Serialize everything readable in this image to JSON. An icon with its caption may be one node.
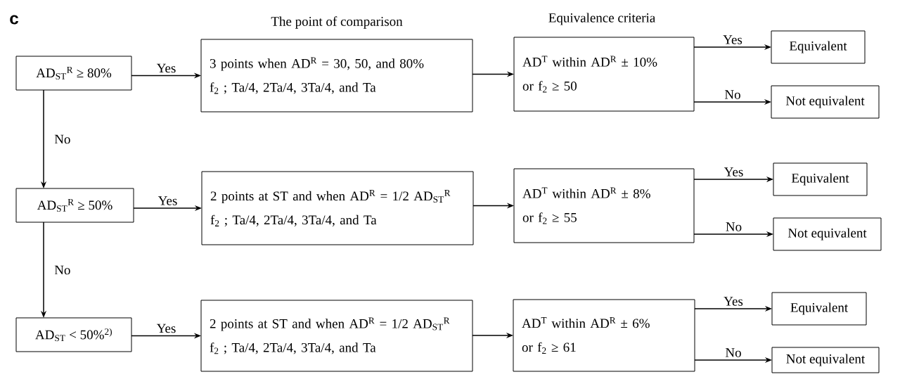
{
  "diagram": {
    "nodes": [
      {
        "text": [
          "AD$_{ST}$$^{R}$ ≥ 80%"
        ]
      },
      {
        "text": [
          "3 points when AD$^{R}$ = 30, 50, and 80%",
          "f$_{2}$ ; Ta/4, 2Ta/4, 3Ta/4, and Ta"
        ]
      },
      {
        "text": [
          "AD$^{T}$ within AD$^{R}$ ± 10%",
          "or f$_{2}$ ≥ 50"
        ]
      },
      {
        "text": [
          "Equivalent"
        ]
      },
      {
        "text": [
          "Not equivalent"
        ]
      },
      {
        "text": [
          "AD$_{ST}$$^{R}$ ≥ 50%"
        ]
      },
      {
        "text": [
          "2 points at ST and when AD$^{R}$ = 1/2 AD$_{ST}$$^{R}$",
          "f$_{2}$ ; Ta/4, 2Ta/4, 3Ta/4, and Ta"
        ]
      },
      {
        "text": [
          "AD$^{T}$ within AD$^{R}$ ± 8%",
          "or f$_{2}$ ≥ 55"
        ]
      },
      {
        "text": [
          "Equivalent"
        ]
      },
      {
        "text": [
          "Not equivalent"
        ]
      },
      {
        "text": [
          "AD$_{ST}$ < 50%$^{2)}$"
        ]
      },
      {
        "text": [
          "2 points at ST and when AD$^{R}$ = 1/2 AD$_{ST}$$^{R}$",
          "f$_{2}$ ; Ta/4, 2Ta/4, 3Ta/4, and Ta"
        ]
      },
      {
        "text": [
          "AD$^{T}$ within AD$^{R}$ ± 6%",
          "or f$_{2}$ ≥ 61"
        ]
      },
      {
        "text": [
          "Equivalent"
        ]
      },
      {
        "text": [
          "Not equivalent"
        ]
      }
    ],
    "edges": [
      {
        "from": 0,
        "to": 1,
        "arrow": "to",
        "label": "Yes"
      },
      {
        "from": 1,
        "to": 2,
        "arrow": "to"
      },
      {
        "from": 2,
        "to": 3,
        "arrow": "to",
        "label": "Yes"
      },
      {
        "from": 2,
        "to": 4,
        "arrow": "to",
        "label": "No"
      },
      {
        "from": 0,
        "to": 5,
        "arrow": "to",
        "label": "No"
      },
      {
        "from": 5,
        "to": 6,
        "arrow": "to",
        "label": "Yes"
      },
      {
        "from": 6,
        "to": 7,
        "arrow": "to"
      },
      {
        "from": 7,
        "to": 8,
        "arrow": "to",
        "label": "Yes"
      },
      {
        "from": 7,
        "to": 9,
        "arrow": "to",
        "label": "No"
      },
      {
        "from": 5,
        "to": 10,
        "arrow": "to",
        "label": "No"
      },
      {
        "from": 10,
        "to": 11,
        "arrow": "to",
        "label": "Yes"
      },
      {
        "from": 11,
        "to": 12,
        "arrow": "to"
      },
      {
        "from": 12,
        "to": 13,
        "arrow": "to",
        "label": "Yes"
      },
      {
        "from": 12,
        "to": 14,
        "arrow": "to",
        "label": "No"
      }
    ],
    "labels": [
      "c",
      "The point of comparison",
      "Equivalence criteria"
    ]
  }
}
